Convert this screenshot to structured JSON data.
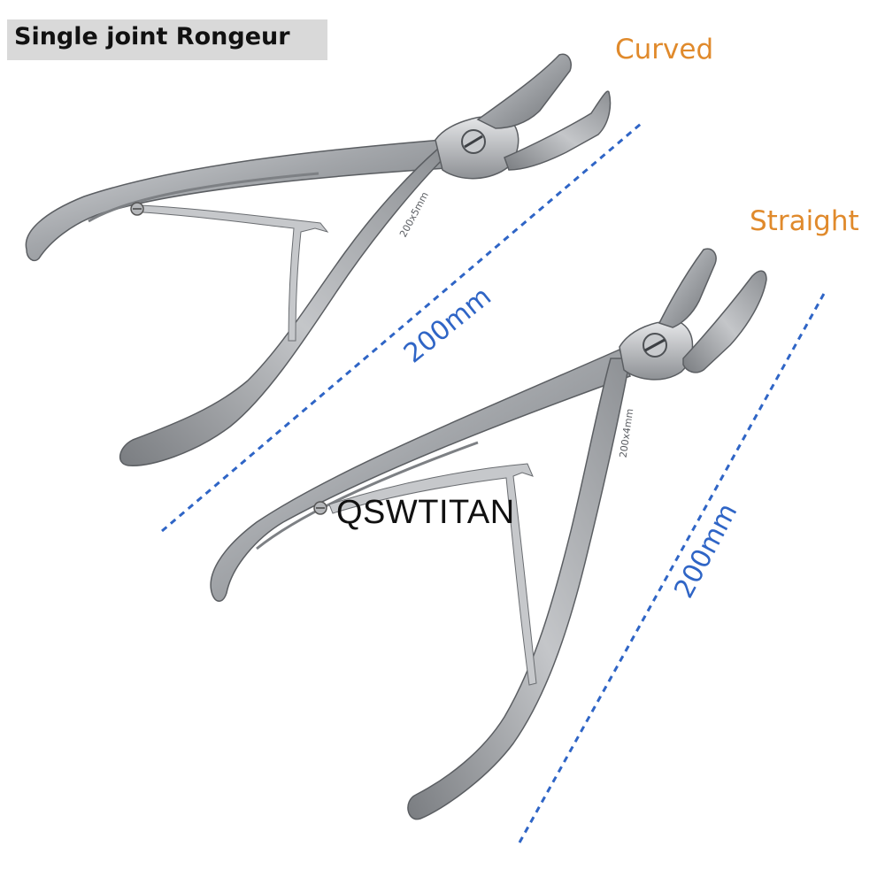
{
  "title": "Single joint Rongeur",
  "labels": {
    "curved": "Curved",
    "straight": "Straight"
  },
  "brand": "QSWTITAN",
  "dimensions": {
    "curved": "200mm",
    "straight": "200mm"
  },
  "engravings": {
    "curved": "200x5mm",
    "straight": "200x4mm"
  },
  "colors": {
    "label_orange": "#e08a2c",
    "dimension_blue": "#2f65c6",
    "title_bg": "#d9d9d9",
    "steel": "#a9acb0"
  }
}
